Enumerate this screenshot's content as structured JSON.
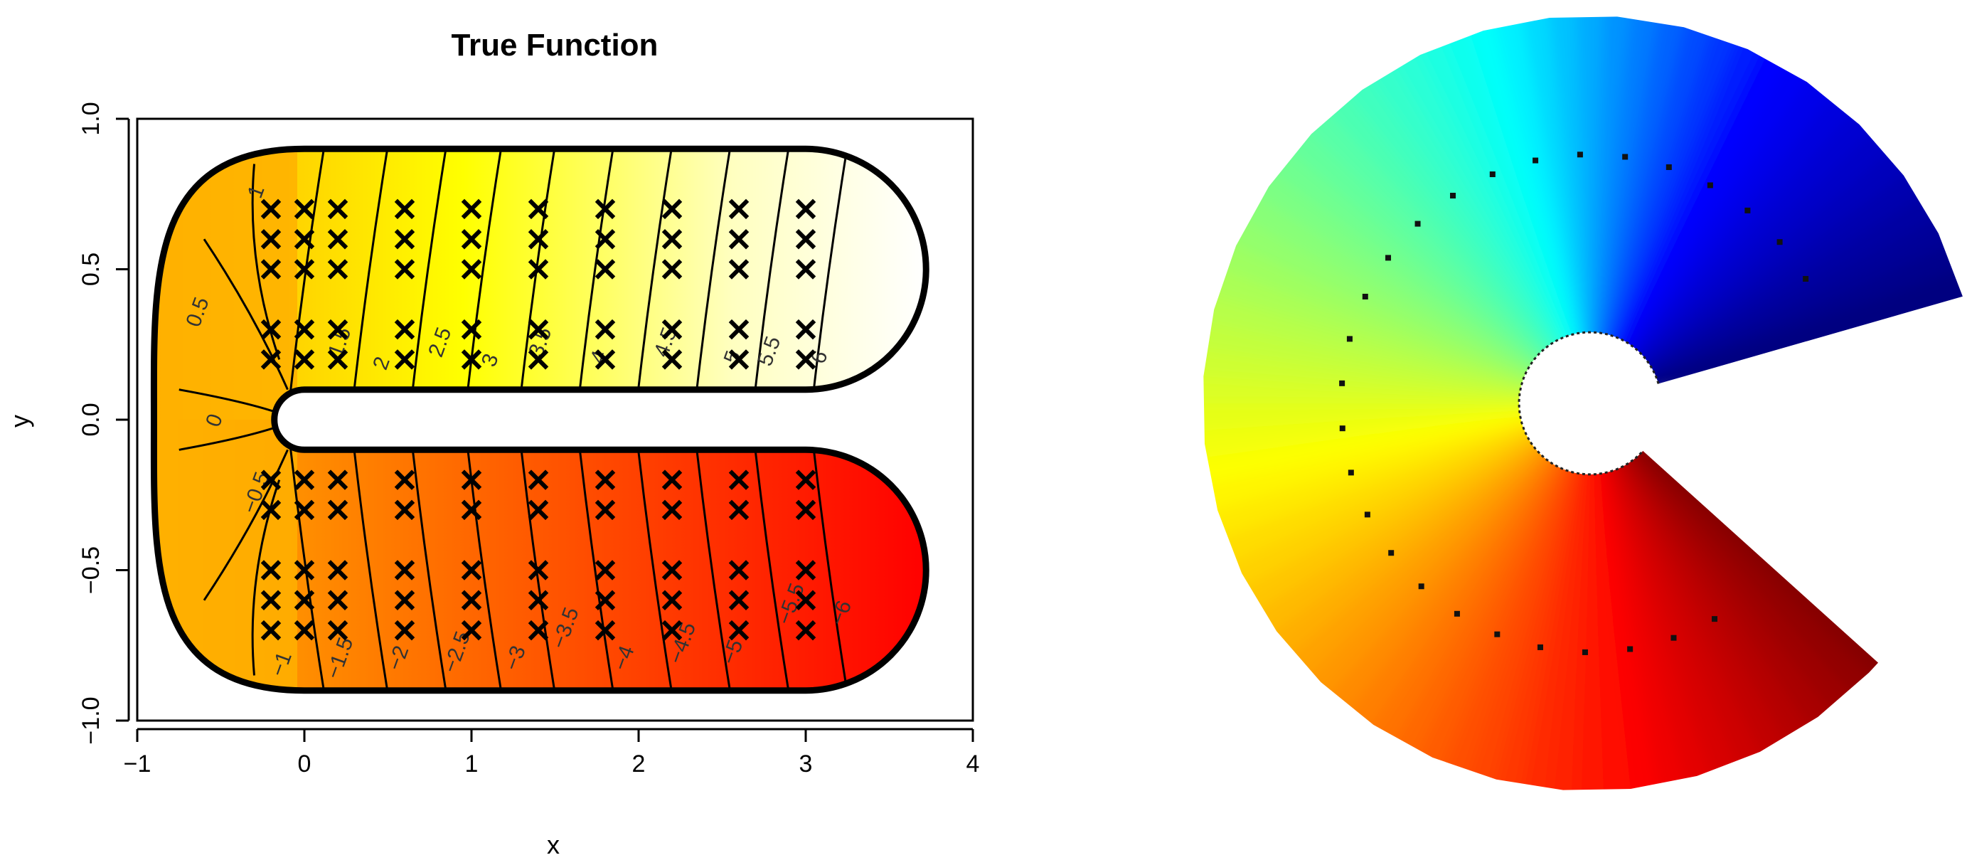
{
  "chart_data": [
    {
      "type": "contour",
      "title": "True Function",
      "xlabel": "x",
      "ylabel": "y",
      "xlim": [
        -1,
        4
      ],
      "ylim": [
        -1,
        1
      ],
      "x_ticks": [
        -1,
        0,
        1,
        2,
        3,
        4
      ],
      "y_ticks": [
        -1.0,
        -0.5,
        0.0,
        0.5,
        1.0
      ],
      "x_tick_labels": [
        "−1",
        "0",
        "1",
        "2",
        "3",
        "4"
      ],
      "y_tick_labels": [
        "−1.0",
        "−0.5",
        "0.0",
        "0.5",
        "1.0"
      ],
      "domain": {
        "shape": "horseshoe",
        "arm_x_end": 3,
        "outer_half_height": 0.9,
        "inner_half_height": 0.1,
        "left_extent": -0.9
      },
      "colormap": [
        "#ffffff",
        "#ffffc0",
        "#ffff00",
        "#ffb000",
        "#ff6000",
        "#ff0000"
      ],
      "contours": [
        {
          "label": "6",
          "x": 3.12,
          "y": 0.2
        },
        {
          "label": "5.5",
          "x": 2.82,
          "y": 0.22
        },
        {
          "label": "5",
          "x": 2.6,
          "y": 0.2
        },
        {
          "label": "4.5",
          "x": 2.2,
          "y": 0.25
        },
        {
          "label": "4",
          "x": 1.8,
          "y": 0.2
        },
        {
          "label": "3.5",
          "x": 1.45,
          "y": 0.25
        },
        {
          "label": "3",
          "x": 1.15,
          "y": 0.19
        },
        {
          "label": "2.5",
          "x": 0.85,
          "y": 0.25
        },
        {
          "label": "2",
          "x": 0.5,
          "y": 0.18
        },
        {
          "label": "1.5",
          "x": 0.25,
          "y": 0.25
        },
        {
          "label": "1",
          "x": -0.25,
          "y": 0.75
        },
        {
          "label": "0.5",
          "x": -0.6,
          "y": 0.35
        },
        {
          "label": "0",
          "x": -0.5,
          "y": -0.01
        },
        {
          "label": "−0.5",
          "x": -0.25,
          "y": -0.25
        },
        {
          "label": "−1",
          "x": -0.1,
          "y": -0.82
        },
        {
          "label": "−1.5",
          "x": 0.25,
          "y": -0.8
        },
        {
          "label": "−2",
          "x": 0.6,
          "y": -0.8
        },
        {
          "label": "−2.5",
          "x": 0.95,
          "y": -0.78
        },
        {
          "label": "−3",
          "x": 1.3,
          "y": -0.8
        },
        {
          "label": "−3.5",
          "x": 1.6,
          "y": -0.7
        },
        {
          "label": "−4",
          "x": 1.95,
          "y": -0.8
        },
        {
          "label": "−4.5",
          "x": 2.3,
          "y": -0.75
        },
        {
          "label": "−5",
          "x": 2.6,
          "y": -0.78
        },
        {
          "label": "−5.5",
          "x": 2.95,
          "y": -0.62
        },
        {
          "label": "−6",
          "x": 3.25,
          "y": -0.65
        }
      ],
      "points_x": [
        -0.2,
        0,
        0.2,
        0.6,
        1.0,
        1.4,
        1.8,
        2.2,
        2.6,
        3.0
      ],
      "points_y": [
        0.7,
        0.6,
        0.5,
        0.3,
        0.2,
        -0.2,
        -0.3,
        -0.5,
        -0.6,
        -0.7
      ],
      "marker": "x"
    },
    {
      "type": "surface",
      "shape": "ring-segment",
      "colormap": [
        "#000080",
        "#0000ff",
        "#00ffff",
        "#80ff80",
        "#ffff00",
        "#ff8000",
        "#ff0000",
        "#800000"
      ],
      "points": 27
    }
  ]
}
